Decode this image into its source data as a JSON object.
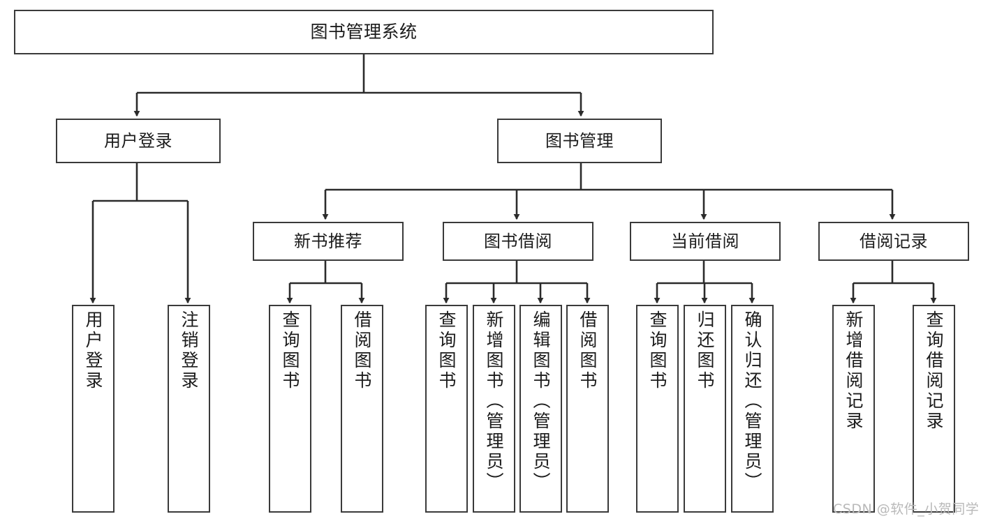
{
  "diagram": {
    "title": "图书管理系统",
    "type": "tree-hierarchy-diagram",
    "colors": {
      "box_border": "#3a3a3a",
      "box_fill": "#ffffff",
      "edge": "#2b2b2b",
      "text": "#1b1b1b",
      "watermark": "#b9b9b9",
      "background": "#ffffff"
    },
    "watermark": "CSDN @软件_小贺同学",
    "nodes": {
      "root": {
        "label": "图书管理系统"
      },
      "level1": [
        {
          "label": "用户登录"
        },
        {
          "label": "图书管理"
        }
      ],
      "level2": [
        {
          "label": "新书推荐"
        },
        {
          "label": "图书借阅"
        },
        {
          "label": "当前借阅"
        },
        {
          "label": "借阅记录"
        }
      ],
      "leaves": {
        "user_login": [
          {
            "label": "用户登录"
          },
          {
            "label": "注销登录"
          }
        ],
        "new_book_recommend": [
          {
            "label": "查询图书"
          },
          {
            "label": "借阅图书"
          }
        ],
        "book_borrow": [
          {
            "label": "查询图书"
          },
          {
            "label": "新增图书（管理员）"
          },
          {
            "label": "编辑图书（管理员）"
          },
          {
            "label": "借阅图书"
          }
        ],
        "current_borrow": [
          {
            "label": "查询图书"
          },
          {
            "label": "归还图书"
          },
          {
            "label": "确认归还（管理员）"
          }
        ],
        "borrow_record": [
          {
            "label": "新增借阅记录"
          },
          {
            "label": "查询借阅记录"
          }
        ]
      }
    }
  }
}
